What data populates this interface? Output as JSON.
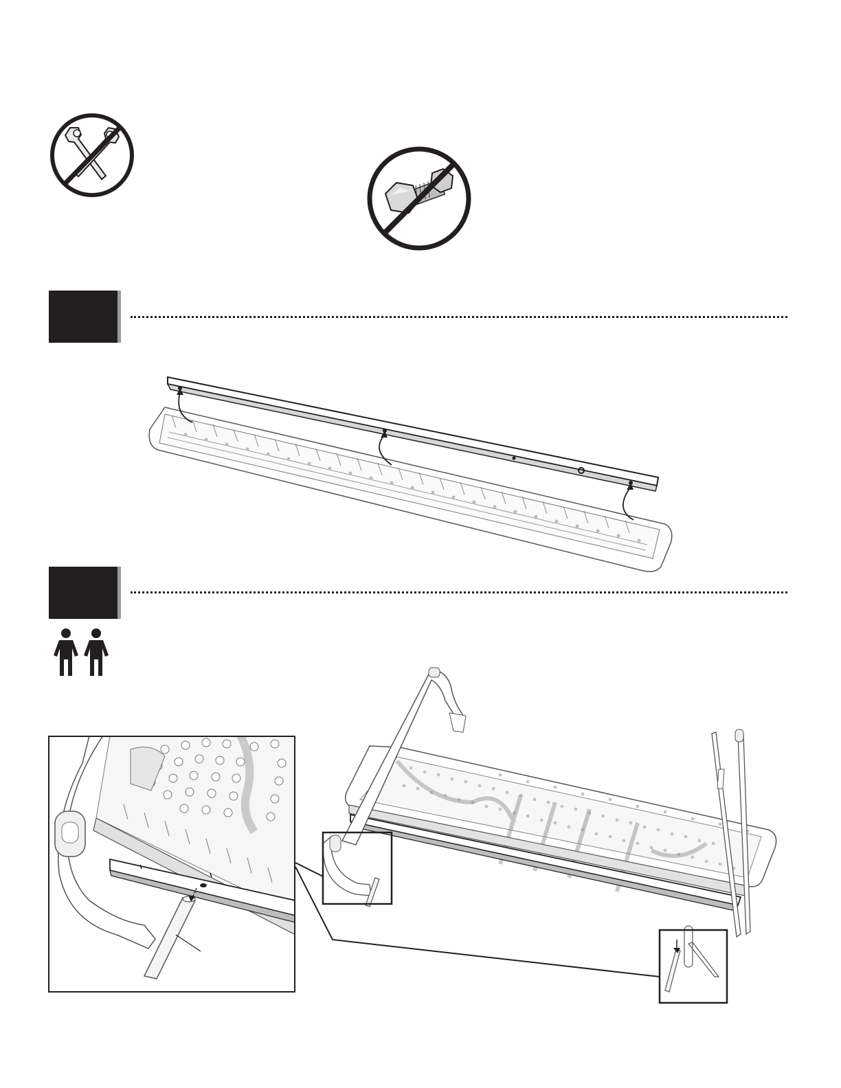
{
  "page": {
    "background": "#ffffff",
    "ink": "#231f20",
    "accent_gray": "#9a9a9a"
  },
  "icons": {
    "no_tools": "no-tools-icon",
    "no_hardware": "no-hardware-icon",
    "two_person": "two-person-icon"
  },
  "steps": [
    {
      "id": "step-a",
      "number": "",
      "illustration": "table-top-rail-snap-illustration"
    },
    {
      "id": "step-b",
      "number": "",
      "illustration": "leg-insert-illustration"
    }
  ]
}
